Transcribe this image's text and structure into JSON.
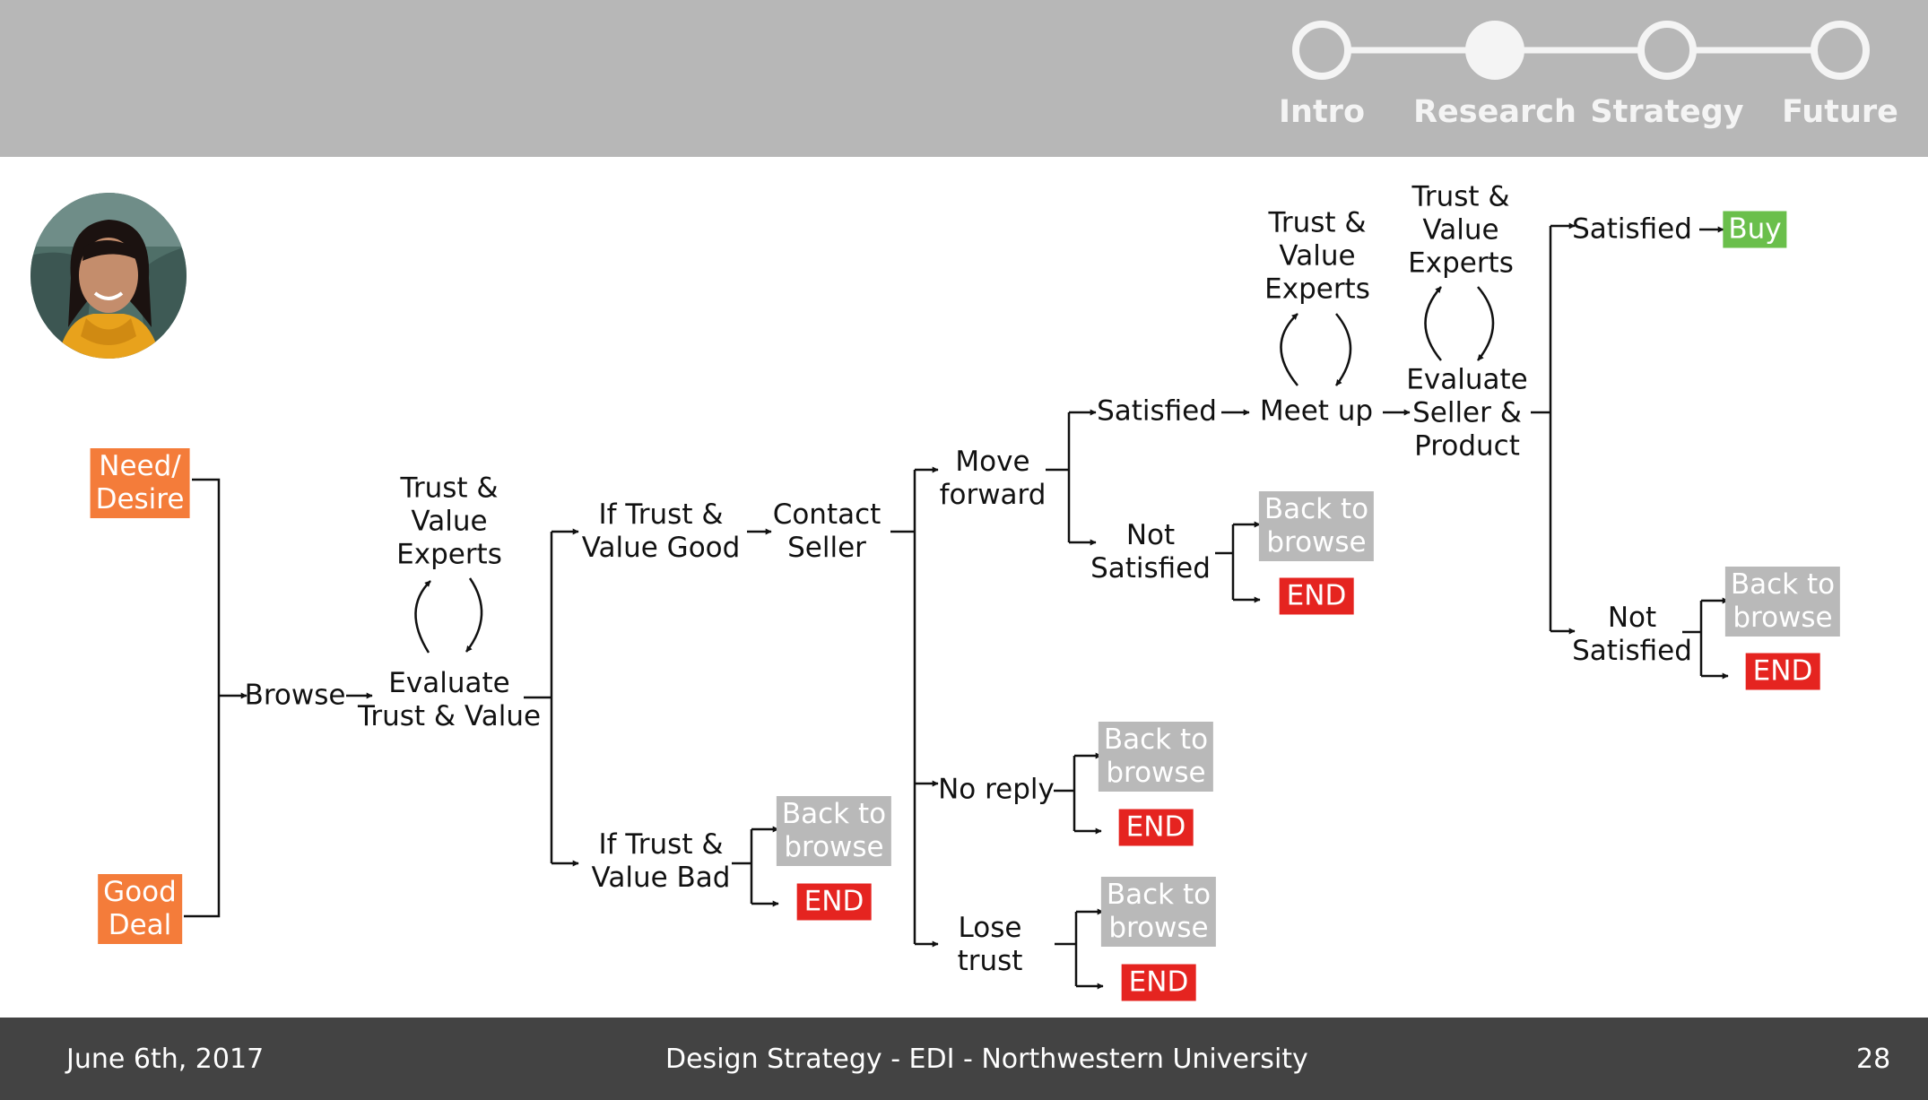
{
  "progress": {
    "steps": [
      "Intro",
      "Research",
      "Strategy",
      "Future"
    ],
    "current_step": "Research"
  },
  "footer": {
    "date": "June 6th, 2017",
    "title": "Design Strategy - EDI - Northwestern University",
    "page_number": "28"
  },
  "flow": {
    "need_desire": "Need/\nDesire",
    "good_deal": "Good\nDeal",
    "browse": "Browse",
    "trust_value_experts": "Trust &\nValue\nExperts",
    "evaluate_trust_value": "Evaluate\nTrust & Value",
    "if_good": "If Trust &\nValue Good",
    "if_bad": "If Trust &\nValue Bad",
    "contact_seller": "Contact\nSeller",
    "move_forward": "Move\nforward",
    "no_reply": "No reply",
    "lose_trust": "Lose\ntrust",
    "satisfied": "Satisfied",
    "not_satisfied": "Not\nSatisfied",
    "meet_up": "Meet up",
    "evaluate_seller_product": "Evaluate\nSeller &\nProduct",
    "buy": "Buy",
    "back_to_browse": "Back to\nbrowse",
    "end": "END"
  },
  "colors": {
    "header_bg": "#b7b7b7",
    "footer_bg": "#434343",
    "orange": "#f47c3a",
    "gray_box": "#b9b9b9",
    "red_end": "#e52420",
    "green_buy": "#6abf4b"
  }
}
